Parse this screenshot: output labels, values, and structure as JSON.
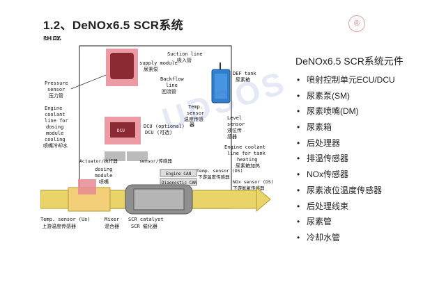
{
  "slide": {
    "title": "1.2、DeNOx6.5  SCR系统",
    "title_cutoff": "组成",
    "logo_char": "®"
  },
  "diagram": {
    "watermark": "UDSOS",
    "labels": {
      "supply_module": "supply module",
      "supply_module_cn": "尿素泵",
      "suction_line": "Suction line",
      "suction_line_cn": "吸入管",
      "def_tank": "DEF tank",
      "def_tank_cn": "尿素箱",
      "backflow_1": "Backflow",
      "backflow_2": "line",
      "backflow_cn": "回流管",
      "pressure_1": "Pressure",
      "pressure_2": "sensor",
      "pressure_cn": "压力管",
      "temp_sensor_1": "Temp.",
      "temp_sensor_2": "sensor",
      "temp_sensor_cn1": "温度传感",
      "temp_sensor_cn2": "器",
      "level_1": "Level",
      "level_2": "sensor",
      "level_cn1": "液位传",
      "level_cn2": "感器",
      "coolant_1": "Engine",
      "coolant_2": "coolant",
      "coolant_3": "line for",
      "coolant_4": "dosing",
      "coolant_5": "module",
      "coolant_6": "cooling",
      "coolant_cn": "喷嘴冷却水",
      "dcu": "DCU (optional)",
      "dcu_cn": "DCU (可选)",
      "dcu_box": "DCU",
      "tank_heat_1": "Engine coolant",
      "tank_heat_2": "line for tank",
      "tank_heat_3": "heating",
      "tank_heat_cn": "尿素箱加热",
      "actuator": "Actuator/执行器",
      "sensor": "sensor/传感器",
      "engine_can": "Engine CAN",
      "diagnostic_can": "Diagnostic CAN",
      "temp_ds": "Temp. sensor (DS)",
      "temp_ds_cn": "下游温度传感器",
      "nox_ds": "NOx sensor (DS)",
      "nox_ds_cn": "下游氮氧传感器",
      "dosing_1": "dosing",
      "dosing_2": "module",
      "dosing_cn": "喷嘴",
      "temp_us": "Temp. sensor (Us)",
      "temp_us_cn": "上游温度传感器",
      "mixer": "Mixer",
      "mixer_cn": "混合器",
      "catalyst": "SCR catalyst",
      "catalyst_cn": "SCR 催化器"
    }
  },
  "components": {
    "heading": "DeNOx6.5 SCR系统元件",
    "items": [
      "喷射控制单元ECU/DCU",
      "尿素泵(SM)",
      "尿素喷嘴(DM)",
      "尿素箱",
      "后处理器",
      "排温传感器",
      "NOx传感器",
      "尿素液位温度传感器",
      "后处理线束",
      "尿素管",
      "冷却水管"
    ]
  }
}
